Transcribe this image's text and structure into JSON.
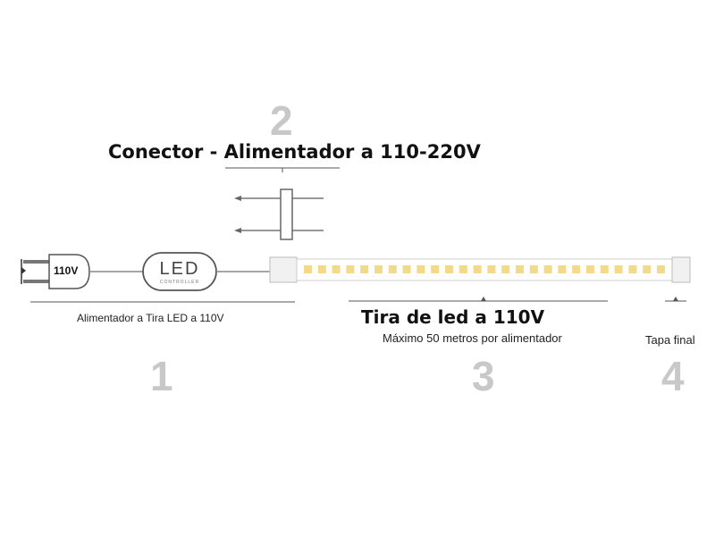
{
  "steps": {
    "step1": {
      "number": "1",
      "label": "Alimentador a Tira LED a 110V"
    },
    "step2": {
      "number": "2",
      "label": "Conector - Alimentador a 110-220V"
    },
    "step3": {
      "number": "3",
      "label": "Tira de led a 110V",
      "sublabel": "Máximo 50 metros por alimentador"
    },
    "step4": {
      "number": "4",
      "label": "Tapa final"
    }
  },
  "plug": {
    "voltage_label": "110V"
  },
  "controller": {
    "label": "LED",
    "sub_label": "CONTROLLER"
  },
  "strip": {
    "led_count": 26,
    "led_color": "#f3d98a"
  },
  "colors": {
    "number_gray": "#c8c8c8",
    "line": "#555555"
  }
}
